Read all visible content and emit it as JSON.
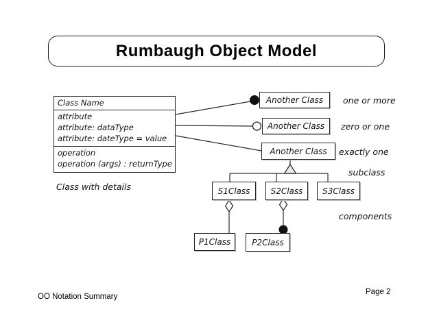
{
  "title": "Rumbaugh Object Model",
  "class_box": {
    "name": "Class Name",
    "attributes": [
      "attribute",
      "attribute: dataType",
      "attribute: dateType = value"
    ],
    "operations": [
      "operation",
      "operation (args) : returnType"
    ],
    "caption": "Class with details"
  },
  "associations": [
    {
      "box": "Another Class",
      "label": "one or more",
      "end": "filled-circle"
    },
    {
      "box": "Another Class",
      "label": "zero or one",
      "end": "open-circle"
    },
    {
      "box": "Another Class",
      "label": "exactly one",
      "end": "plain-line"
    }
  ],
  "inheritance": {
    "label": "subclass",
    "symbol": "open-triangle",
    "children": [
      "S1Class",
      "S2Class",
      "S3Class"
    ]
  },
  "aggregation": {
    "label": "components",
    "symbols": [
      "open-diamond",
      "open-diamond-filled-circle"
    ],
    "parts": [
      "P1Class",
      "P2Class"
    ]
  },
  "footer": {
    "left": "OO Notation Summary",
    "right": "Page 2"
  },
  "colors": {
    "line": "#2b2b2b",
    "background": "#ffffff",
    "text": "#000000",
    "shadow": "#b5b5b5"
  }
}
